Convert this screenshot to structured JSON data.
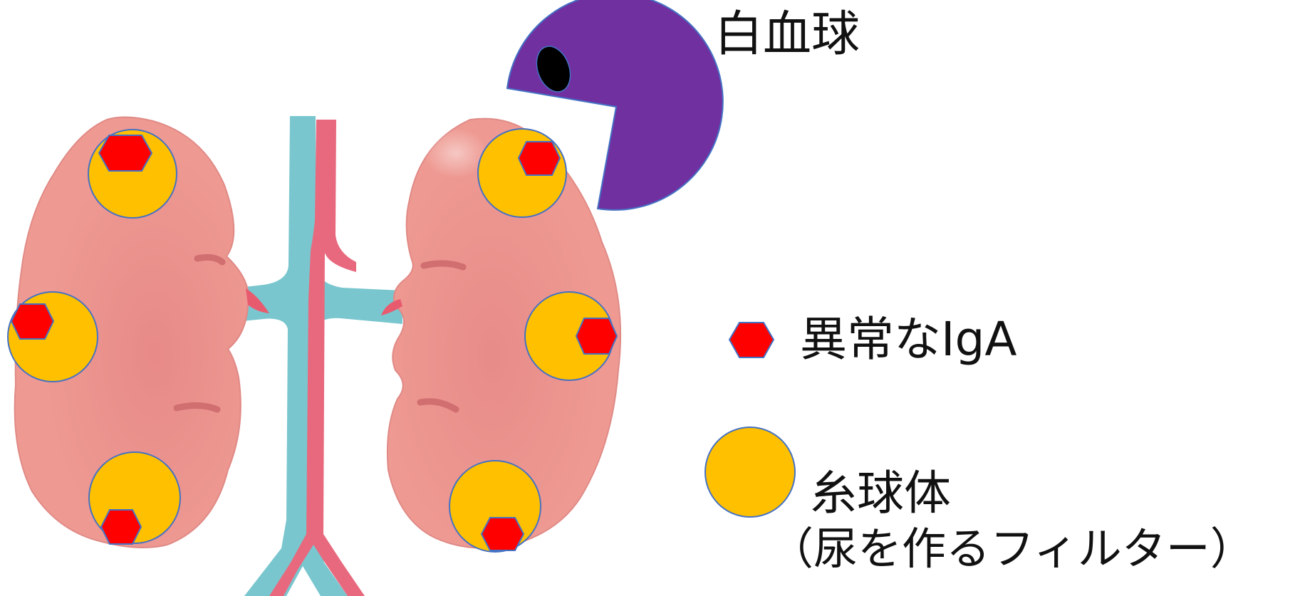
{
  "labels": {
    "wbc": "白血球",
    "abnormal_iga": "異常なIgA",
    "glomerulus": "糸球体",
    "glomerulus_note": "（尿を作るフィルター）"
  },
  "colors": {
    "kidney": "#ee9a92",
    "kidney_shade": "#e27d80",
    "kidney_stroke": "#e08a86",
    "vein": "#79c6cf",
    "artery": "#e8697e",
    "hilum": "#e85b6f",
    "crease": "#d16e70",
    "glomerulus_fill": "#ffc000",
    "glomerulus_stroke": "#4472c4",
    "iga_fill": "#ff0000",
    "iga_stroke": "#4472c4",
    "wbc_fill": "#7030a0",
    "wbc_stroke": "#4472c4",
    "wbc_eye": "#000000"
  }
}
